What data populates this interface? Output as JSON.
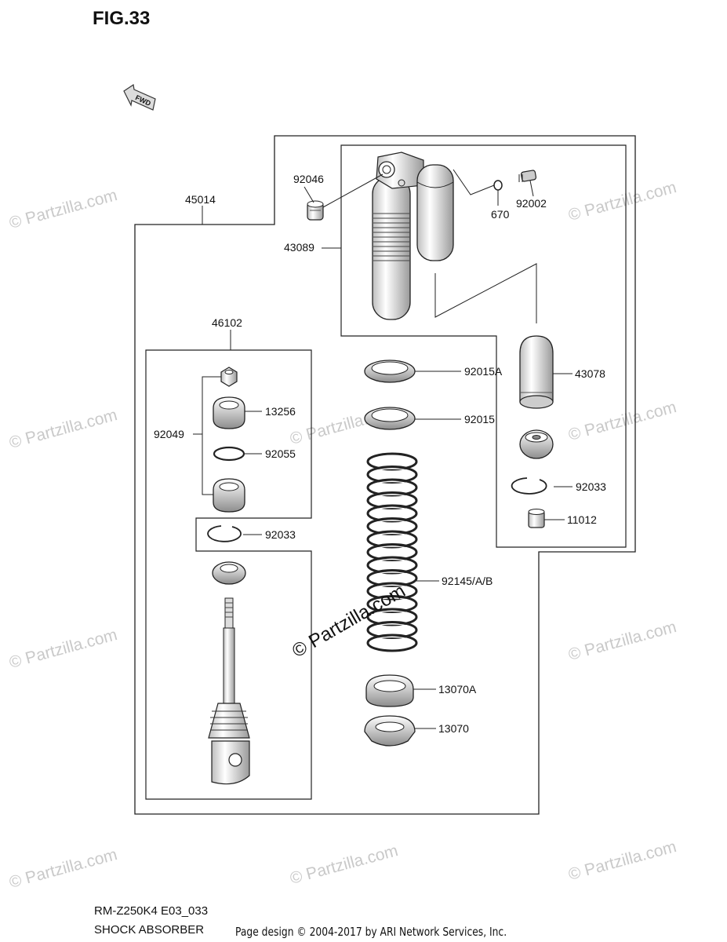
{
  "figure": {
    "title": "FIG.33",
    "fwd_label": "FWD"
  },
  "watermark": {
    "text": "© Partzilla.com"
  },
  "parts": {
    "p45014": "45014",
    "p92046": "92046",
    "p43089": "43089",
    "p670": "670",
    "p92002": "92002",
    "p43078": "43078",
    "p92033_right": "92033",
    "p11012": "11012",
    "p46102": "46102",
    "p92049": "92049",
    "p13256": "13256",
    "p92055": "92055",
    "p92033_left": "92033",
    "p92015A": "92015A",
    "p92015": "92015",
    "p92145": "92145/A/B",
    "p13070A": "13070A",
    "p13070": "13070"
  },
  "footer": {
    "model_code": "RM-Z250K4 E03_033",
    "part_name": "SHOCK ABSORBER",
    "credit": "Page design © 2004-2017 by ARI Network Services, Inc."
  }
}
